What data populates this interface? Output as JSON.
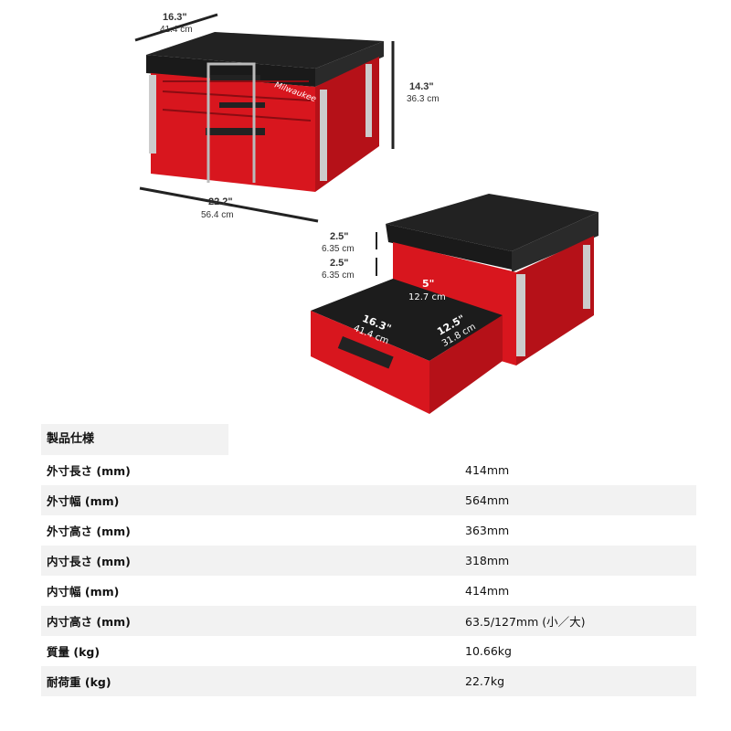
{
  "dimensions": {
    "top_box": {
      "depth_in": "16.3\"",
      "depth_cm": "41.4 cm",
      "width_in": "22.2\"",
      "width_cm": "56.4 cm",
      "height_in": "14.3\"",
      "height_cm": "36.3 cm"
    },
    "bottom_box": {
      "drawer1_in": "2.5\"",
      "drawer1_cm": "6.35 cm",
      "drawer2_in": "2.5\"",
      "drawer2_cm": "6.35 cm",
      "drawer_depth_in": "5\"",
      "drawer_depth_cm": "12.7 cm",
      "inner_w_in": "16.3\"",
      "inner_w_cm": "41.4 cm",
      "inner_d_in": "12.5\"",
      "inner_d_cm": "31.8 cm"
    },
    "brand_logo": "Milwaukee"
  },
  "spec": {
    "header": "製品仕様",
    "rows": [
      {
        "label": "外寸長さ (mm)",
        "value": "414mm"
      },
      {
        "label": "外寸幅 (mm)",
        "value": "564mm"
      },
      {
        "label": "外寸高さ (mm)",
        "value": "363mm"
      },
      {
        "label": "内寸長さ (mm)",
        "value": "318mm"
      },
      {
        "label": "内寸幅 (mm)",
        "value": "414mm"
      },
      {
        "label": "内寸高さ (mm)",
        "value": "63.5/127mm (小／大)"
      },
      {
        "label": "質量 (kg)",
        "value": "10.66kg"
      },
      {
        "label": "耐荷重 (kg)",
        "value": "22.7kg"
      }
    ]
  },
  "colors": {
    "red": "#d8161e",
    "black": "#1e1e1e",
    "row_gray": "#f2f2f2"
  }
}
